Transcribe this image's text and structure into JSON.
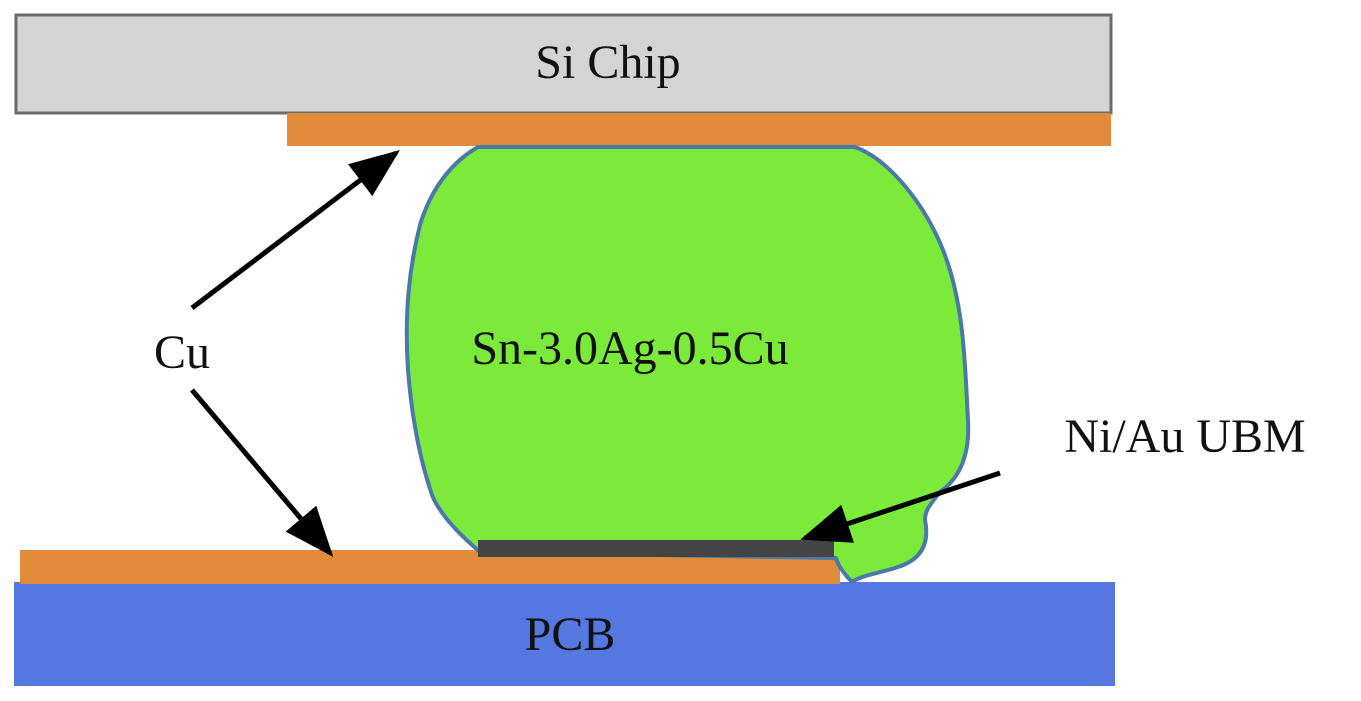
{
  "labels": {
    "chip": "Si Chip",
    "copper": "Cu",
    "solder": "Sn-3.0Ag-0.5Cu",
    "ubm": "Ni/Au UBM",
    "pcb": "PCB"
  },
  "colors": {
    "chip_fill": "#d4d4d4",
    "chip_stroke": "#6b6b6b",
    "copper": "#e08c3a",
    "solder_fill": "#7bea3b",
    "solder_stroke": "#4a78a8",
    "ubm": "#444444",
    "pcb": "#5577e0",
    "arrow": "#000000",
    "text": "#111111"
  }
}
